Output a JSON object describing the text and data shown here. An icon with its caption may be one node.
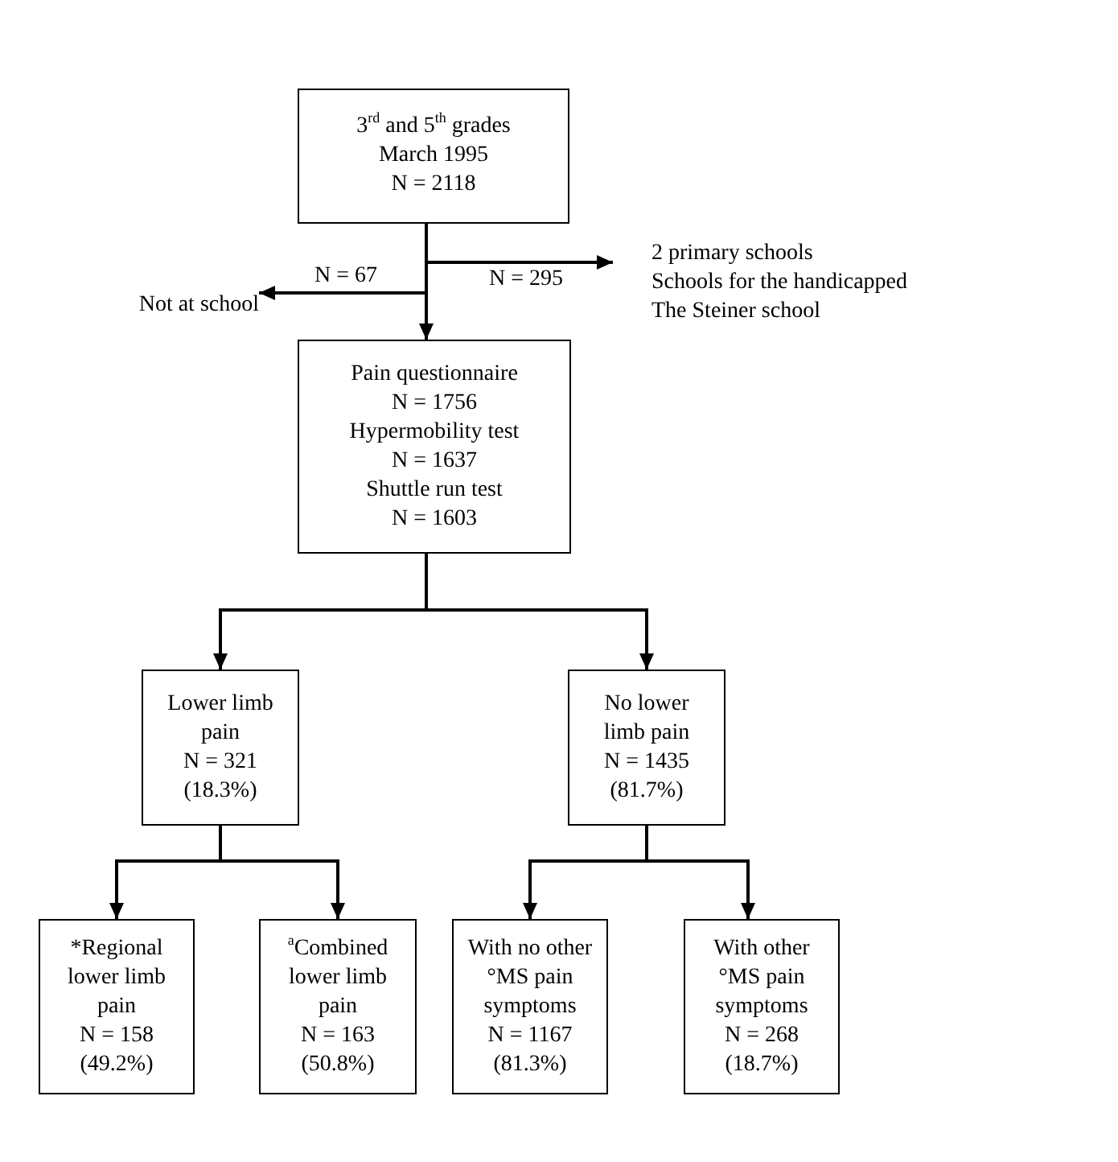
{
  "diagram": {
    "nodes": [
      {
        "text": [
          "3$^{rd}$ and 5$^{th}$ grades",
          "March 1995",
          "N = 2118"
        ]
      },
      {
        "text": [
          "Not at school"
        ]
      },
      {
        "text": [
          "2 primary schools",
          "Schools for the handicapped",
          "The Steiner school"
        ]
      },
      {
        "text": [
          "Pain questionnaire",
          "N = 1756",
          "Hypermobility test",
          "N = 1637",
          "Shuttle run test",
          "N = 1603"
        ]
      },
      {
        "text": [
          "Lower limb pain",
          "N = 321",
          "(18.3%)"
        ]
      },
      {
        "text": [
          "No lower limb pain",
          "N = 1435",
          "(81.7%)"
        ]
      },
      {
        "text": [
          "*Regional lower limb pain",
          "N = 158",
          "(49.2%)"
        ]
      },
      {
        "text": [
          "$^{a}$Combined lower limb pain",
          "N = 163",
          "(50.8%)"
        ]
      },
      {
        "text": [
          "With no other °MS pain symptoms",
          "N = 1167",
          "(81.3%)"
        ]
      },
      {
        "text": [
          "With other °MS pain symptoms",
          "N = 268",
          "(18.7%)"
        ]
      }
    ],
    "edges": [
      {
        "from": 0,
        "to": 3,
        "arrow": "to"
      },
      {
        "from": 0,
        "to": 1,
        "arrow": "to",
        "label": "N = 67"
      },
      {
        "from": 0,
        "to": 2,
        "arrow": "to",
        "label": "N = 295"
      },
      {
        "from": 3,
        "to": 4,
        "arrow": "to"
      },
      {
        "from": 3,
        "to": 5,
        "arrow": "to"
      },
      {
        "from": 4,
        "to": 6,
        "arrow": "to"
      },
      {
        "from": 4,
        "to": 7,
        "arrow": "to"
      },
      {
        "from": 5,
        "to": 8,
        "arrow": "to"
      },
      {
        "from": 5,
        "to": 9,
        "arrow": "to"
      }
    ]
  }
}
